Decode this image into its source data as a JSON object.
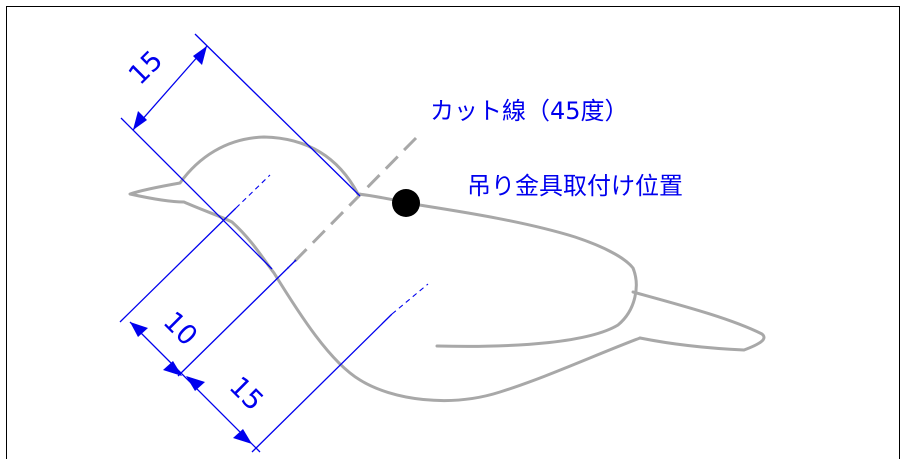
{
  "labels": {
    "cut_line": "カット線（45度）",
    "hanger_position": "吊り金具取付け位置"
  },
  "dimensions": {
    "upper": "15",
    "middle": "10",
    "lower": "15"
  },
  "colors": {
    "dimension": "#0000ee",
    "outline": "#a8a8a8",
    "marker": "#000000",
    "frame": "#000000"
  }
}
